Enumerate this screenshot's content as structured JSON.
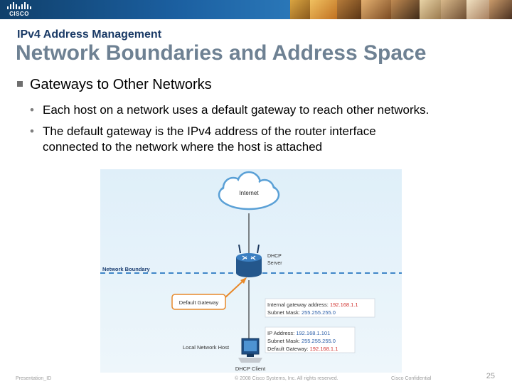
{
  "header": {
    "logo_text": "CISCO",
    "kicker": "IPv4 Address Management",
    "title": "Network Boundaries and Address Space"
  },
  "content": {
    "main_bullet": "Gateways to Other Networks",
    "sub_bullets": [
      {
        "line1": "Each host on a network uses a default gateway to reach other networks.",
        "line2": ""
      },
      {
        "line1": "The default gateway is the IPv4 address of the router interface",
        "line2": "connected to the network where the host is attached"
      }
    ]
  },
  "diagram": {
    "cloud_label": "Internet",
    "dhcp_server_line1": "DHCP",
    "dhcp_server_line2": "Server",
    "network_boundary": "Network Boundary",
    "default_gateway": "Default Gateway",
    "gateway_box": {
      "line1_label": "Internal gateway address: ",
      "line1_value": "192.168.1.1",
      "line2_label": "Subnet Mask: ",
      "line2_value": "255.255.255.0"
    },
    "host_box": {
      "line1_label": "IP Address: ",
      "line1_value": "192.168.1.101",
      "line2_label": "Subnet Mask: ",
      "line2_value": "255.255.255.0",
      "line3_label": "Default Gateway: ",
      "line3_value": "192.168.1.1"
    },
    "local_host": "Local Network Host",
    "dhcp_client": "DHCP Client",
    "colors": {
      "orange": "#e8892a",
      "red": "#d0312d",
      "blue": "#2a5ea8",
      "dashed_line": "#3f86c8",
      "router": "#2f6fa9"
    }
  },
  "footer": {
    "left": "Presentation_ID",
    "center": "© 2008 Cisco Systems, Inc. All rights reserved.",
    "right": "Cisco Confidential",
    "page": "25"
  }
}
